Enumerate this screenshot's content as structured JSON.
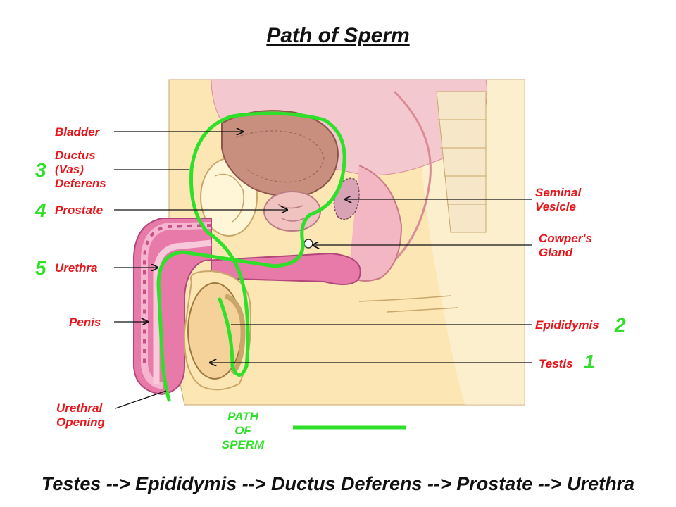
{
  "title": "Path of Sperm",
  "labels": {
    "bladder": "Bladder",
    "ductus_line1": "Ductus",
    "ductus_line2": "(Vas)",
    "ductus_line3": "Deferens",
    "prostate": "Prostate",
    "urethra": "Urethra",
    "penis": "Penis",
    "urethral_opening_line1": "Urethral",
    "urethral_opening_line2": "Opening",
    "seminal_vesicle_line1": "Seminal",
    "seminal_vesicle_line2": "Vesicle",
    "cowpers_line1": "Cowper's",
    "cowpers_line2": "Gland",
    "epididymis": "Epididymis",
    "testis": "Testis"
  },
  "steps": {
    "testis": "1",
    "epididymis": "2",
    "ductus": "3",
    "prostate": "4",
    "urethra": "5"
  },
  "legend": {
    "line1": "PATH",
    "line2": "OF",
    "line3": "SPERM"
  },
  "flow": "Testes --> Epididymis --> Ductus Deferens --> Prostate --> Urethra",
  "colors": {
    "label": "#e8161b",
    "path": "#2fe02a",
    "text": "#111111"
  }
}
